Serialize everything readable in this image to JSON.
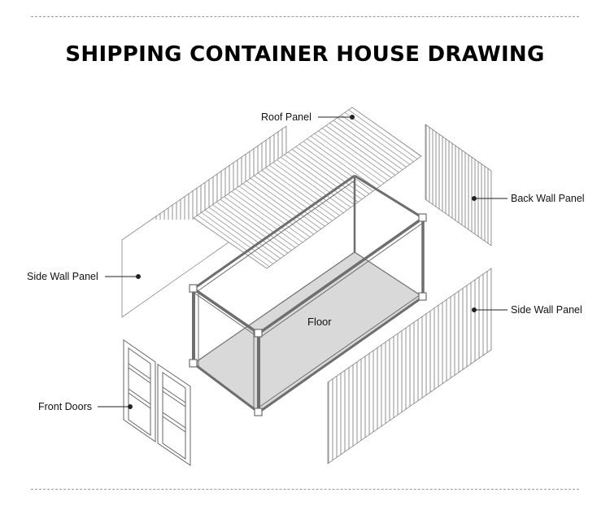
{
  "title": "SHIPPING CONTAINER HOUSE DRAWING",
  "labels": {
    "roof_panel": "Roof Panel",
    "back_wall_panel": "Back Wall Panel",
    "side_wall_panel_left": "Side Wall Panel",
    "side_wall_panel_right": "Side Wall Panel",
    "floor": "Floor",
    "front_doors": "Front Doors"
  },
  "colors": {
    "line": "#555555",
    "floor_fill": "#d9d9d9",
    "frame": "#7a7a7a"
  }
}
